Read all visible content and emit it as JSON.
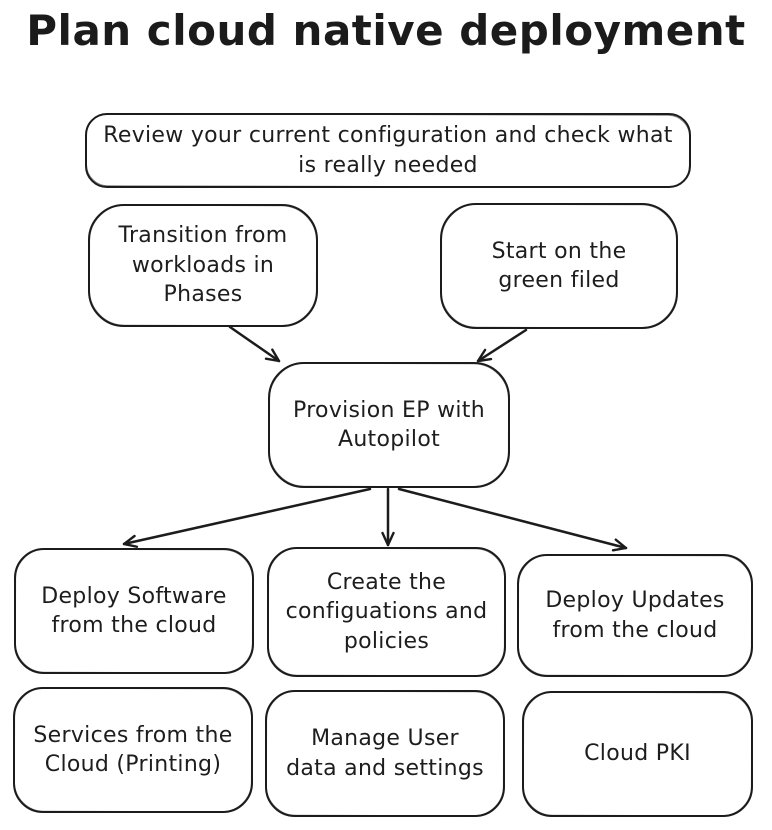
{
  "title": "Plan cloud native deployment",
  "colors": {
    "stroke": "#1c1c1c",
    "background": "#ffffff"
  },
  "nodes": {
    "review": {
      "label": "Review your current configuration and check what is really needed"
    },
    "transition": {
      "label": "Transition from workloads in Phases"
    },
    "greenfield": {
      "label": "Start on the green filed"
    },
    "provision": {
      "label": "Provision EP with Autopilot"
    },
    "deploy_software": {
      "label": "Deploy Software from the cloud"
    },
    "create_config": {
      "label": "Create the configuations and policies"
    },
    "deploy_updates": {
      "label": "Deploy Updates from the cloud"
    },
    "services_cloud": {
      "label": "Services from the Cloud (Printing)"
    },
    "manage_user": {
      "label": "Manage User data and settings"
    },
    "cloud_pki": {
      "label": "Cloud PKI"
    }
  },
  "edges": [
    {
      "from": "transition",
      "to": "provision"
    },
    {
      "from": "greenfield",
      "to": "provision"
    },
    {
      "from": "provision",
      "to": "deploy_software"
    },
    {
      "from": "provision",
      "to": "create_config"
    },
    {
      "from": "provision",
      "to": "deploy_updates"
    }
  ]
}
